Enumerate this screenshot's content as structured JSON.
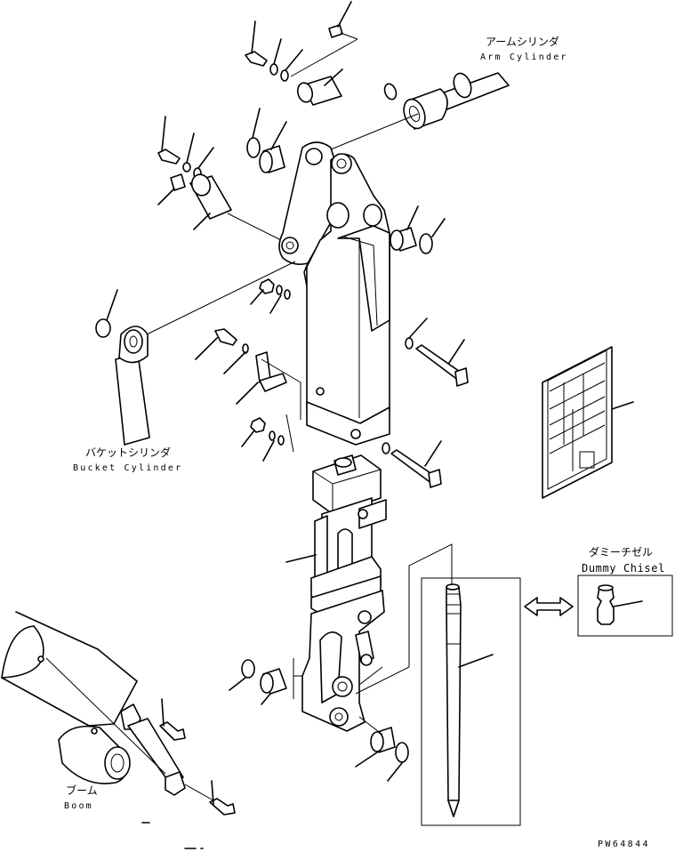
{
  "labels": {
    "arm_cylinder_jp": "アームシリンダ",
    "arm_cylinder_en": "Arm Cylinder",
    "bucket_cylinder_jp": "バケットシリンダ",
    "bucket_cylinder_en": "Bucket Cylinder",
    "dummy_chisel_jp": "ダミーチゼル",
    "dummy_chisel_en": "Dummy Chisel",
    "boom_jp": "ブーム",
    "boom_en": "Boom",
    "drawing_code": "PW64844"
  }
}
